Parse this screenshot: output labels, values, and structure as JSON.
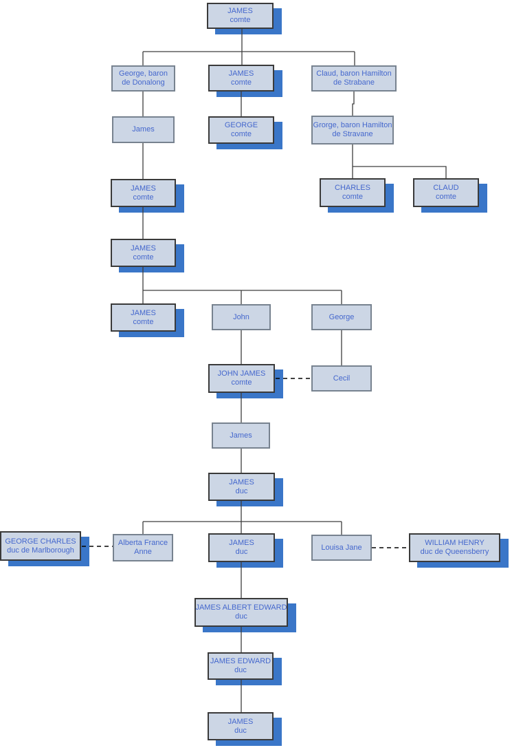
{
  "diagram": {
    "colors": {
      "node_fill": "#ccd6e5",
      "node_border_emphasis": "#3a3a3a",
      "node_border_plain": "#77828f",
      "shadow": "#3a76c8",
      "text": "#4467cd",
      "connector": "#3d3d3d",
      "dashed_connector": "#000000",
      "background": "#ffffff"
    },
    "nodes": {
      "top_james": {
        "line1": "JAMES",
        "line2": "comte"
      },
      "george_donalong": {
        "line1": "George, baron",
        "line2": "de Donalong"
      },
      "james_comte_2": {
        "line1": "JAMES",
        "line2": "comte"
      },
      "claud_strabane": {
        "line1": "Claud, baron Hamilton",
        "line2": "de Strabane"
      },
      "james_plain_1": {
        "line1": "James"
      },
      "george_comte": {
        "line1": "GEORGE",
        "line2": "comte"
      },
      "grorge_stravane": {
        "line1": "Grorge, baron Hamilton",
        "line2": "de Stravane"
      },
      "james_comte_3": {
        "line1": "JAMES",
        "line2": "comte"
      },
      "charles_comte": {
        "line1": "CHARLES",
        "line2": "comte"
      },
      "claud_comte": {
        "line1": "CLAUD",
        "line2": "comte"
      },
      "james_comte_4": {
        "line1": "JAMES",
        "line2": "comte"
      },
      "james_comte_5": {
        "line1": "JAMES",
        "line2": "comte"
      },
      "john": {
        "line1": "John"
      },
      "george_plain": {
        "line1": "George"
      },
      "john_james_comte": {
        "line1": "JOHN JAMES",
        "line2": "comte"
      },
      "cecil": {
        "line1": "Cecil"
      },
      "james_plain_2": {
        "line1": "James"
      },
      "james_duc_1": {
        "line1": "JAMES",
        "line2": "duc"
      },
      "george_charles": {
        "line1": "GEORGE CHARLES",
        "line2": "duc de Marlborough"
      },
      "alberta": {
        "line1": "Alberta France",
        "line2": "Anne"
      },
      "james_duc_2": {
        "line1": "JAMES",
        "line2": "duc"
      },
      "louisa": {
        "line1": "Louisa Jane"
      },
      "william_henry": {
        "line1": "WILLIAM HENRY",
        "line2": "duc de Queensberry"
      },
      "james_albert_edward": {
        "line1": "JAMES ALBERT EDWARD",
        "line2": "duc"
      },
      "james_edward": {
        "line1": "JAMES EDWARD",
        "line2": "duc"
      },
      "james_duc_3": {
        "line1": "JAMES",
        "line2": "duc"
      }
    }
  }
}
